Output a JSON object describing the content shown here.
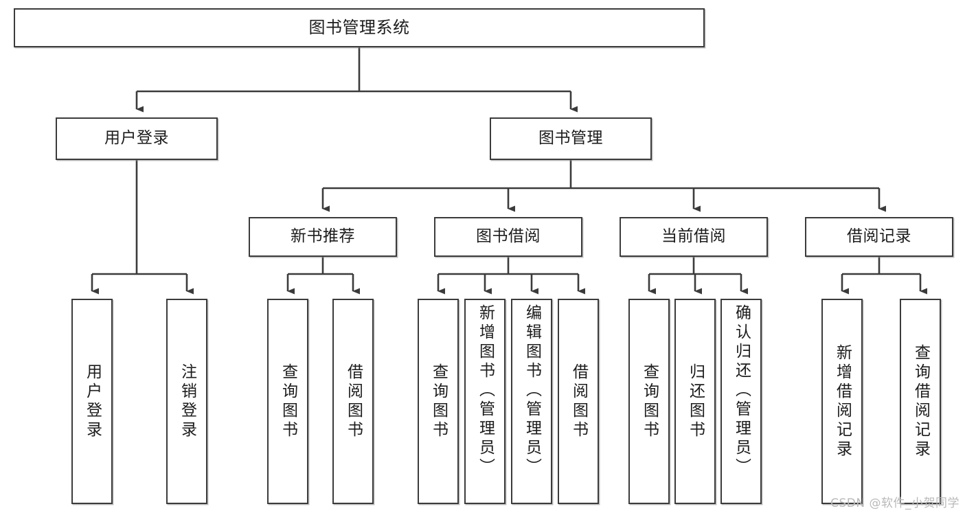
{
  "diagram": {
    "title": "图书管理系统",
    "type": "tree",
    "watermark": "CSDN @软件_小贺同学",
    "stroke_color": "#3b3b3b",
    "text_color": "#1c1c1c",
    "background_color": "#ffffff",
    "watermark_color": "#b9b9b9",
    "nodes": {
      "root": {
        "label": "图书管理系统"
      },
      "level2": [
        {
          "label": "用户登录"
        },
        {
          "label": "图书管理"
        }
      ],
      "level3": [
        {
          "label": "新书推荐"
        },
        {
          "label": "图书借阅"
        },
        {
          "label": "当前借阅"
        },
        {
          "label": "借阅记录"
        }
      ],
      "leaves": {
        "user_login": [
          {
            "label": "用户登录"
          },
          {
            "label": "注销登录"
          }
        ],
        "new_book_recommend": [
          {
            "label": "查询图书"
          },
          {
            "label": "借阅图书"
          }
        ],
        "book_borrow": [
          {
            "label": "查询图书"
          },
          {
            "label": "新增图书（管理员）"
          },
          {
            "label": "编辑图书（管理员）"
          },
          {
            "label": "借阅图书"
          }
        ],
        "current_borrow": [
          {
            "label": "查询图书"
          },
          {
            "label": "归还图书"
          },
          {
            "label": "确认归还（管理员）"
          }
        ],
        "borrow_record": [
          {
            "label": "新增借阅记录"
          },
          {
            "label": "查询借阅记录"
          }
        ]
      }
    }
  }
}
